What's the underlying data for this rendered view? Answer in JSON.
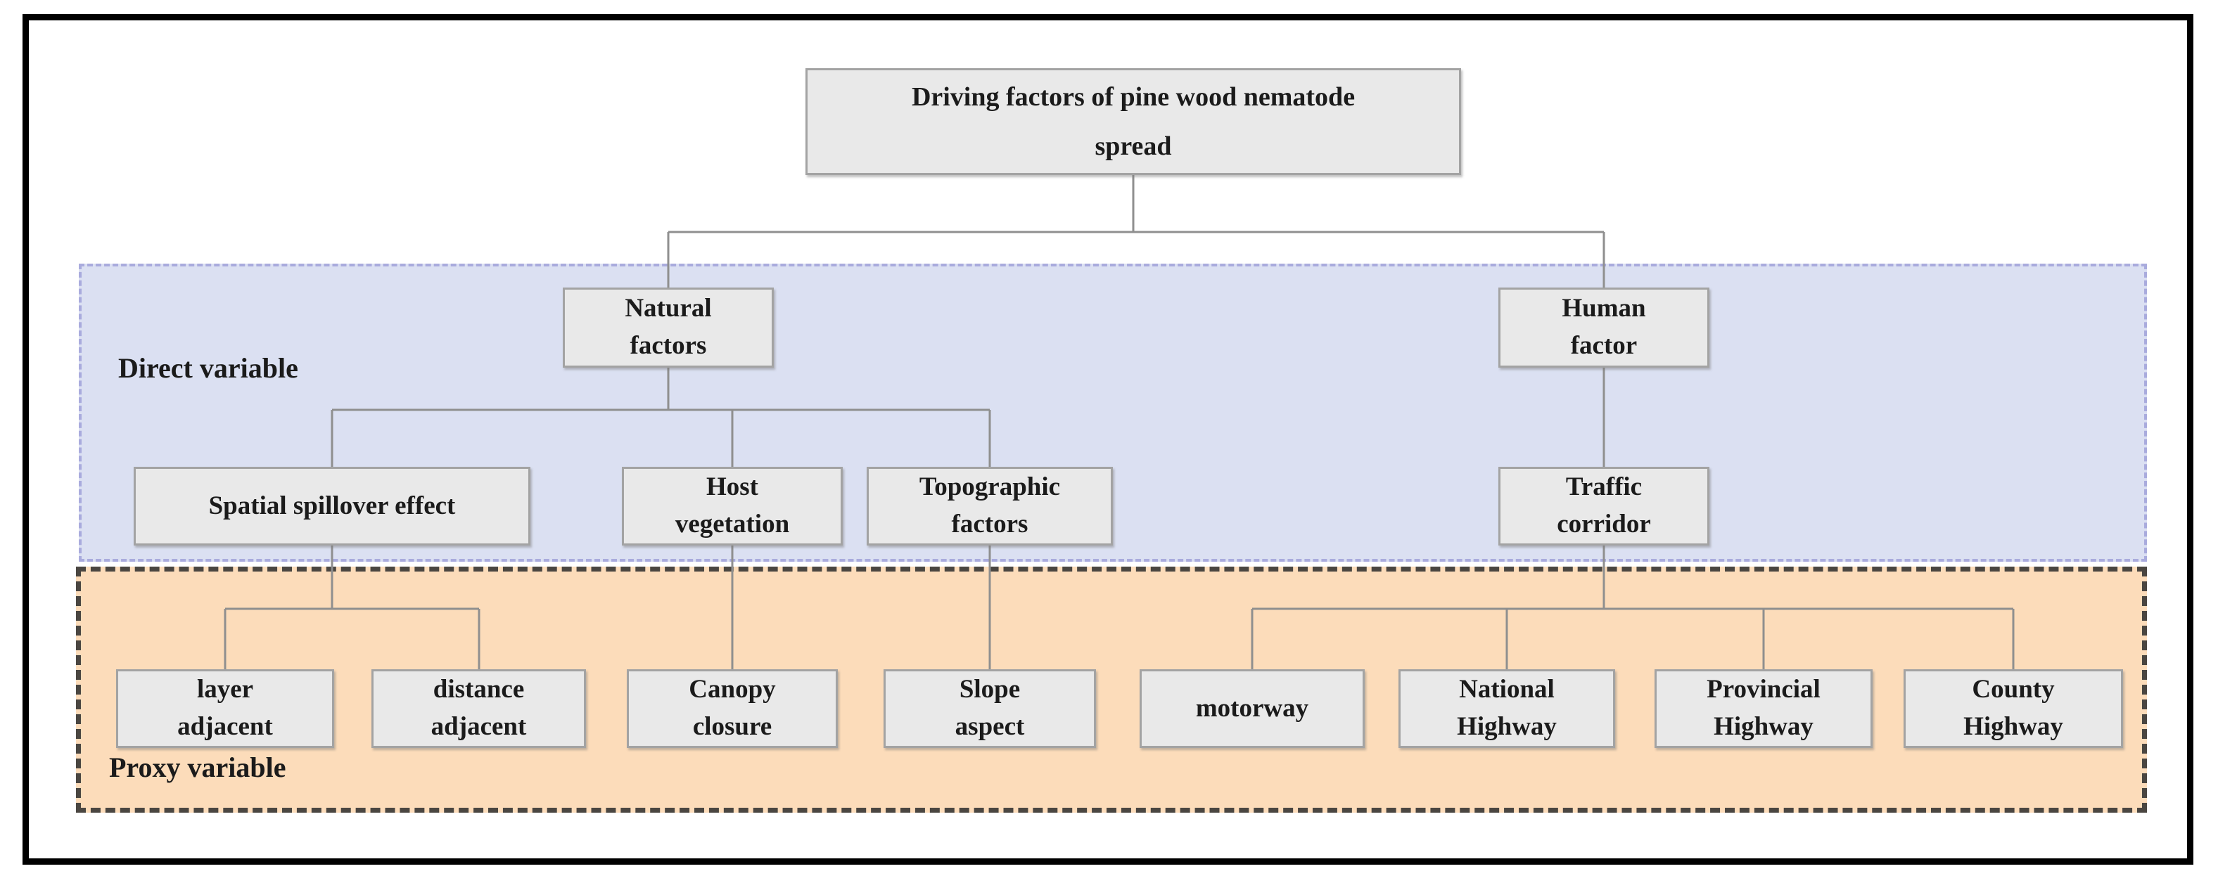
{
  "title": "Driving factors of pine wood nematode spread",
  "colors": {
    "direct_region_bg": "#dbe0f2",
    "direct_region_border": "#a9abdd",
    "proxy_region_bg": "#fcdcba",
    "proxy_region_border": "#4a4641",
    "node_bg": "#e9e9e9",
    "node_border": "#a3a3a3",
    "connector": "#8f8f8f",
    "frame_border": "#000000"
  },
  "regions": {
    "direct": {
      "label": "Direct variable"
    },
    "proxy": {
      "label": "Proxy variable"
    }
  },
  "nodes": {
    "root": "Driving factors of pine wood nematode\nspread",
    "natural": "Natural\nfactors",
    "human": "Human\nfactor",
    "spillover": "Spatial spillover effect",
    "host": "Host\nvegetation",
    "topographic": "Topographic\nfactors",
    "traffic": "Traffic\ncorridor",
    "layer": "layer\nadjacent",
    "distance": "distance\nadjacent",
    "canopy": "Canopy\nclosure",
    "slope": "Slope\naspect",
    "motorway": "motorway",
    "national": "National\nHighway",
    "provincial": "Provincial\nHighway",
    "county": "County\nHighway"
  }
}
